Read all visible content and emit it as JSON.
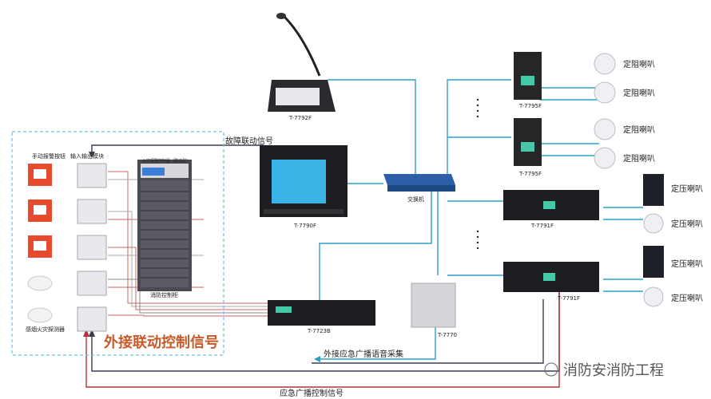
{
  "devices": {
    "mic_console": "T-7792F",
    "host": "T-7790F",
    "switch": "交换机",
    "terminal_top": "T-7795F",
    "terminal_mid": "T-7795F",
    "amp_top": "T-7791F",
    "amp_bottom": "T-7791F",
    "controller": "T-7723B",
    "wall_box": "T-7770"
  },
  "speakers": {
    "fixed_impedance": "定阻喇叭",
    "constant_voltage": "定压喇叭"
  },
  "signals": {
    "fault_linkage": "故障联动信号",
    "external_linkage": "外接联动控制信号",
    "emergency_audio": "外接应急广播语音采集",
    "emergency_control": "应急广播控制信号"
  },
  "left_panel": {
    "top_label": "手动报警按钮",
    "module_label": "输入输出模块",
    "bottom_label": "感烟火灾探测器",
    "cabinet_label": "消防控制柜",
    "cabinet_title": "火灾报警控制器（联动型）"
  },
  "watermark": "消防安消防工程",
  "colors": {
    "blue_line": "#2aa0c8",
    "dark_line": "#3c3c50",
    "red_line": "#b4323c",
    "dashed_box": "#6ec0dc",
    "red_text": "#c85a2a"
  }
}
